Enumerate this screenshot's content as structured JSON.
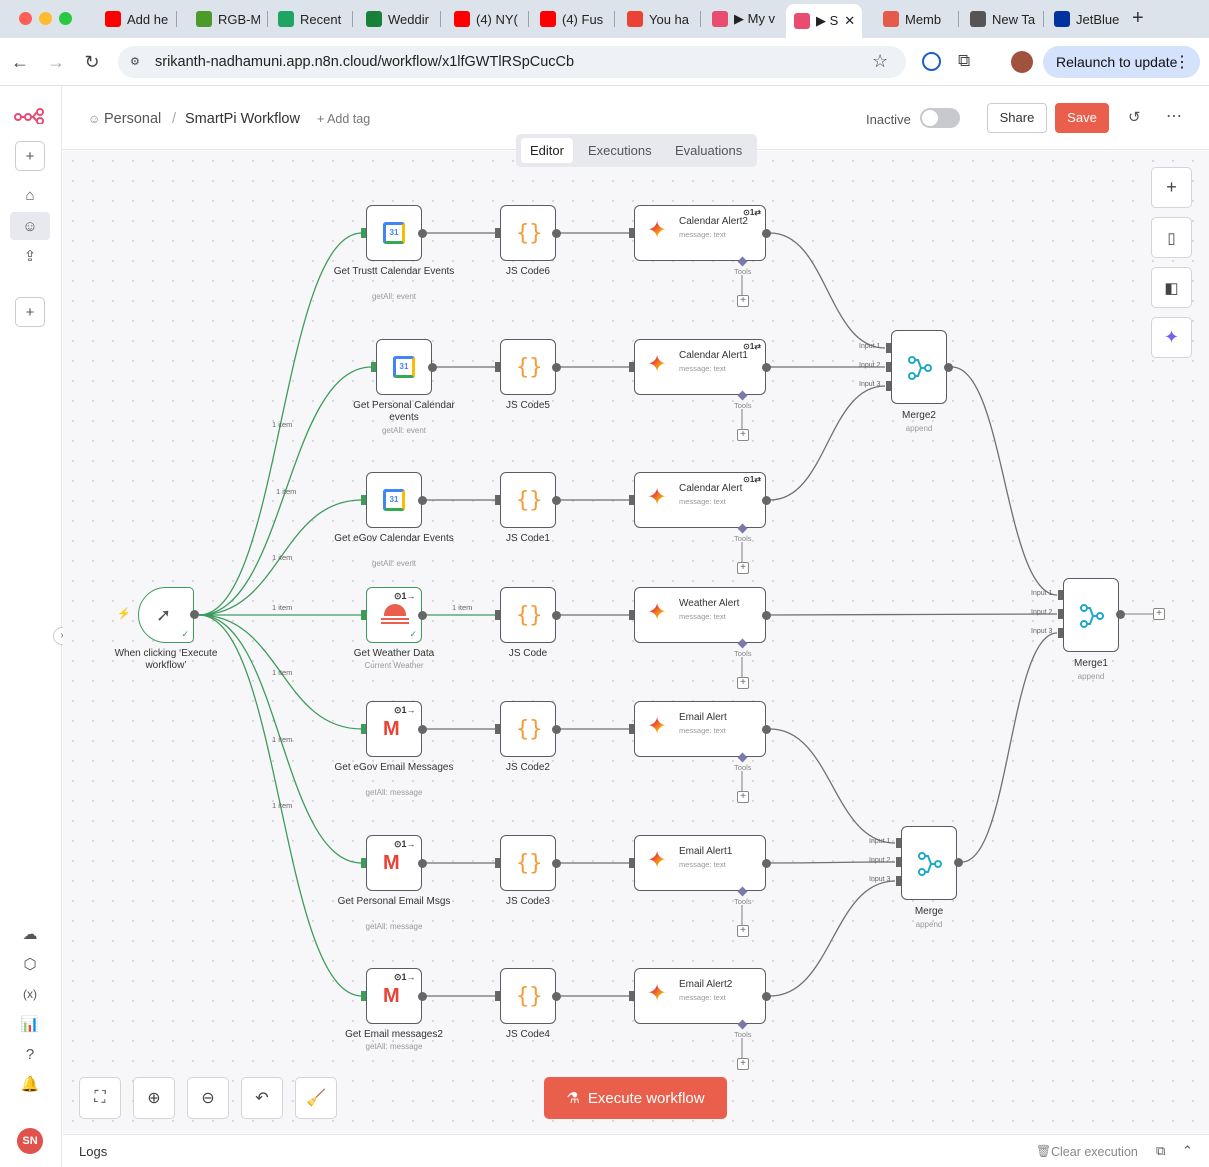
{
  "browser": {
    "tabs": [
      {
        "label": "Add he",
        "icon": "youtube-icon",
        "color": "#ff0000"
      },
      {
        "label": "RGB-M",
        "icon": "rgb-icon",
        "color": "#4c9a2a"
      },
      {
        "label": "Recent",
        "icon": "google-drive-icon",
        "color": "#1fa463"
      },
      {
        "label": "Weddir",
        "icon": "google-sheets-icon",
        "color": "#188038"
      },
      {
        "label": "(4) NY(",
        "icon": "youtube-icon",
        "color": "#ff0000"
      },
      {
        "label": "(4) Fus",
        "icon": "youtube-icon",
        "color": "#ff0000"
      },
      {
        "label": "You ha",
        "icon": "gmail-icon",
        "color": "#ea4335"
      },
      {
        "label": "▶ My v",
        "icon": "n8n-icon",
        "color": "#ea4b71"
      },
      {
        "label": "▶ S",
        "icon": "n8n-icon",
        "color": "#ea4b71"
      },
      {
        "label": "Memb",
        "icon": "robot-icon",
        "color": "#e55b4b"
      },
      {
        "label": "New Ta",
        "icon": "chrome-icon",
        "color": "#555555"
      },
      {
        "label": "JetBlue",
        "icon": "jetblue-icon",
        "color": "#0033a0"
      }
    ],
    "url": "srikanth-nadhamuni.app.n8n.cloud/workflow/x1lfGWTlRSpCucCb",
    "relaunch_label": "Relaunch to update"
  },
  "header": {
    "breadcrumb_project": "Personal",
    "breadcrumb_sep": "/",
    "workflow_name": "SmartPi Workflow",
    "add_tag": "+ Add tag",
    "status": "Inactive",
    "share_label": "Share",
    "save_label": "Save",
    "tabs": [
      "Editor",
      "Executions",
      "Evaluations"
    ]
  },
  "colors": {
    "accent": "#ea5f4b",
    "success": "#3d9b5c",
    "wire": "#6e6e76"
  },
  "workflow": {
    "trigger": {
      "label": "When clicking ‘Execute workflow’"
    },
    "rows": [
      {
        "src_label": "Get Trustt Calendar Events",
        "src_sub": "getAll: event",
        "src_type": "gcal",
        "item": "1 item",
        "code": "JS Code6",
        "agent": "Calendar Alert2",
        "agent_sub": "message: text",
        "badge": "⊙1⇄"
      },
      {
        "src_label": "Get Personal Calendar events",
        "src_sub": "getAll: event",
        "src_type": "gcal",
        "item": "1 item",
        "code": "JS Code5",
        "agent": "Calendar Alert1",
        "agent_sub": "message: text",
        "badge": "⊙1⇄"
      },
      {
        "src_label": "Get eGov Calendar Events",
        "src_sub": "getAll: event",
        "src_type": "gcal",
        "item": "1 item",
        "code": "JS Code1",
        "agent": "Calendar Alert",
        "agent_sub": "message: text",
        "badge": "⊙1⇄"
      },
      {
        "src_label": "Get Weather Data",
        "src_sub": "Current Weather",
        "src_type": "weather",
        "item": "1 item",
        "code": "JS Code",
        "agent": "Weather Alert",
        "agent_sub": "message: text",
        "badge": "⊙1→",
        "src_item": "1 item"
      },
      {
        "src_label": "Get eGov Email Messages",
        "src_sub": "getAll: message",
        "src_type": "gmail",
        "item": "1 item",
        "code": "JS Code2",
        "agent": "Email Alert",
        "agent_sub": "message: text",
        "badge": "⊙1→"
      },
      {
        "src_label": "Get Personal Email Msgs",
        "src_sub": "getAll: message",
        "src_type": "gmail",
        "item": "1 item",
        "code": "JS Code3",
        "agent": "Email Alert1",
        "agent_sub": "message: text",
        "badge": "⊙1→"
      },
      {
        "src_label": "Get Email messages2",
        "src_sub": "getAll: message",
        "src_type": "gmail",
        "item": "1 item",
        "code": "JS Code4",
        "agent": "Email Alert2",
        "agent_sub": "message: text",
        "badge": "⊙1→"
      }
    ],
    "merges": [
      {
        "label": "Merge2",
        "sub": "append"
      },
      {
        "label": "Merge",
        "sub": "append"
      },
      {
        "label": "Merge1",
        "sub": "append"
      }
    ],
    "tools_label": "Tools",
    "input_labels": [
      "Input 1",
      "Input 2",
      "Input 3"
    ]
  },
  "canvas_controls": {
    "execute_label": "Execute workflow"
  },
  "logs": {
    "label": "Logs",
    "clear_label": "Clear execution"
  },
  "user": {
    "initials": "SN"
  }
}
